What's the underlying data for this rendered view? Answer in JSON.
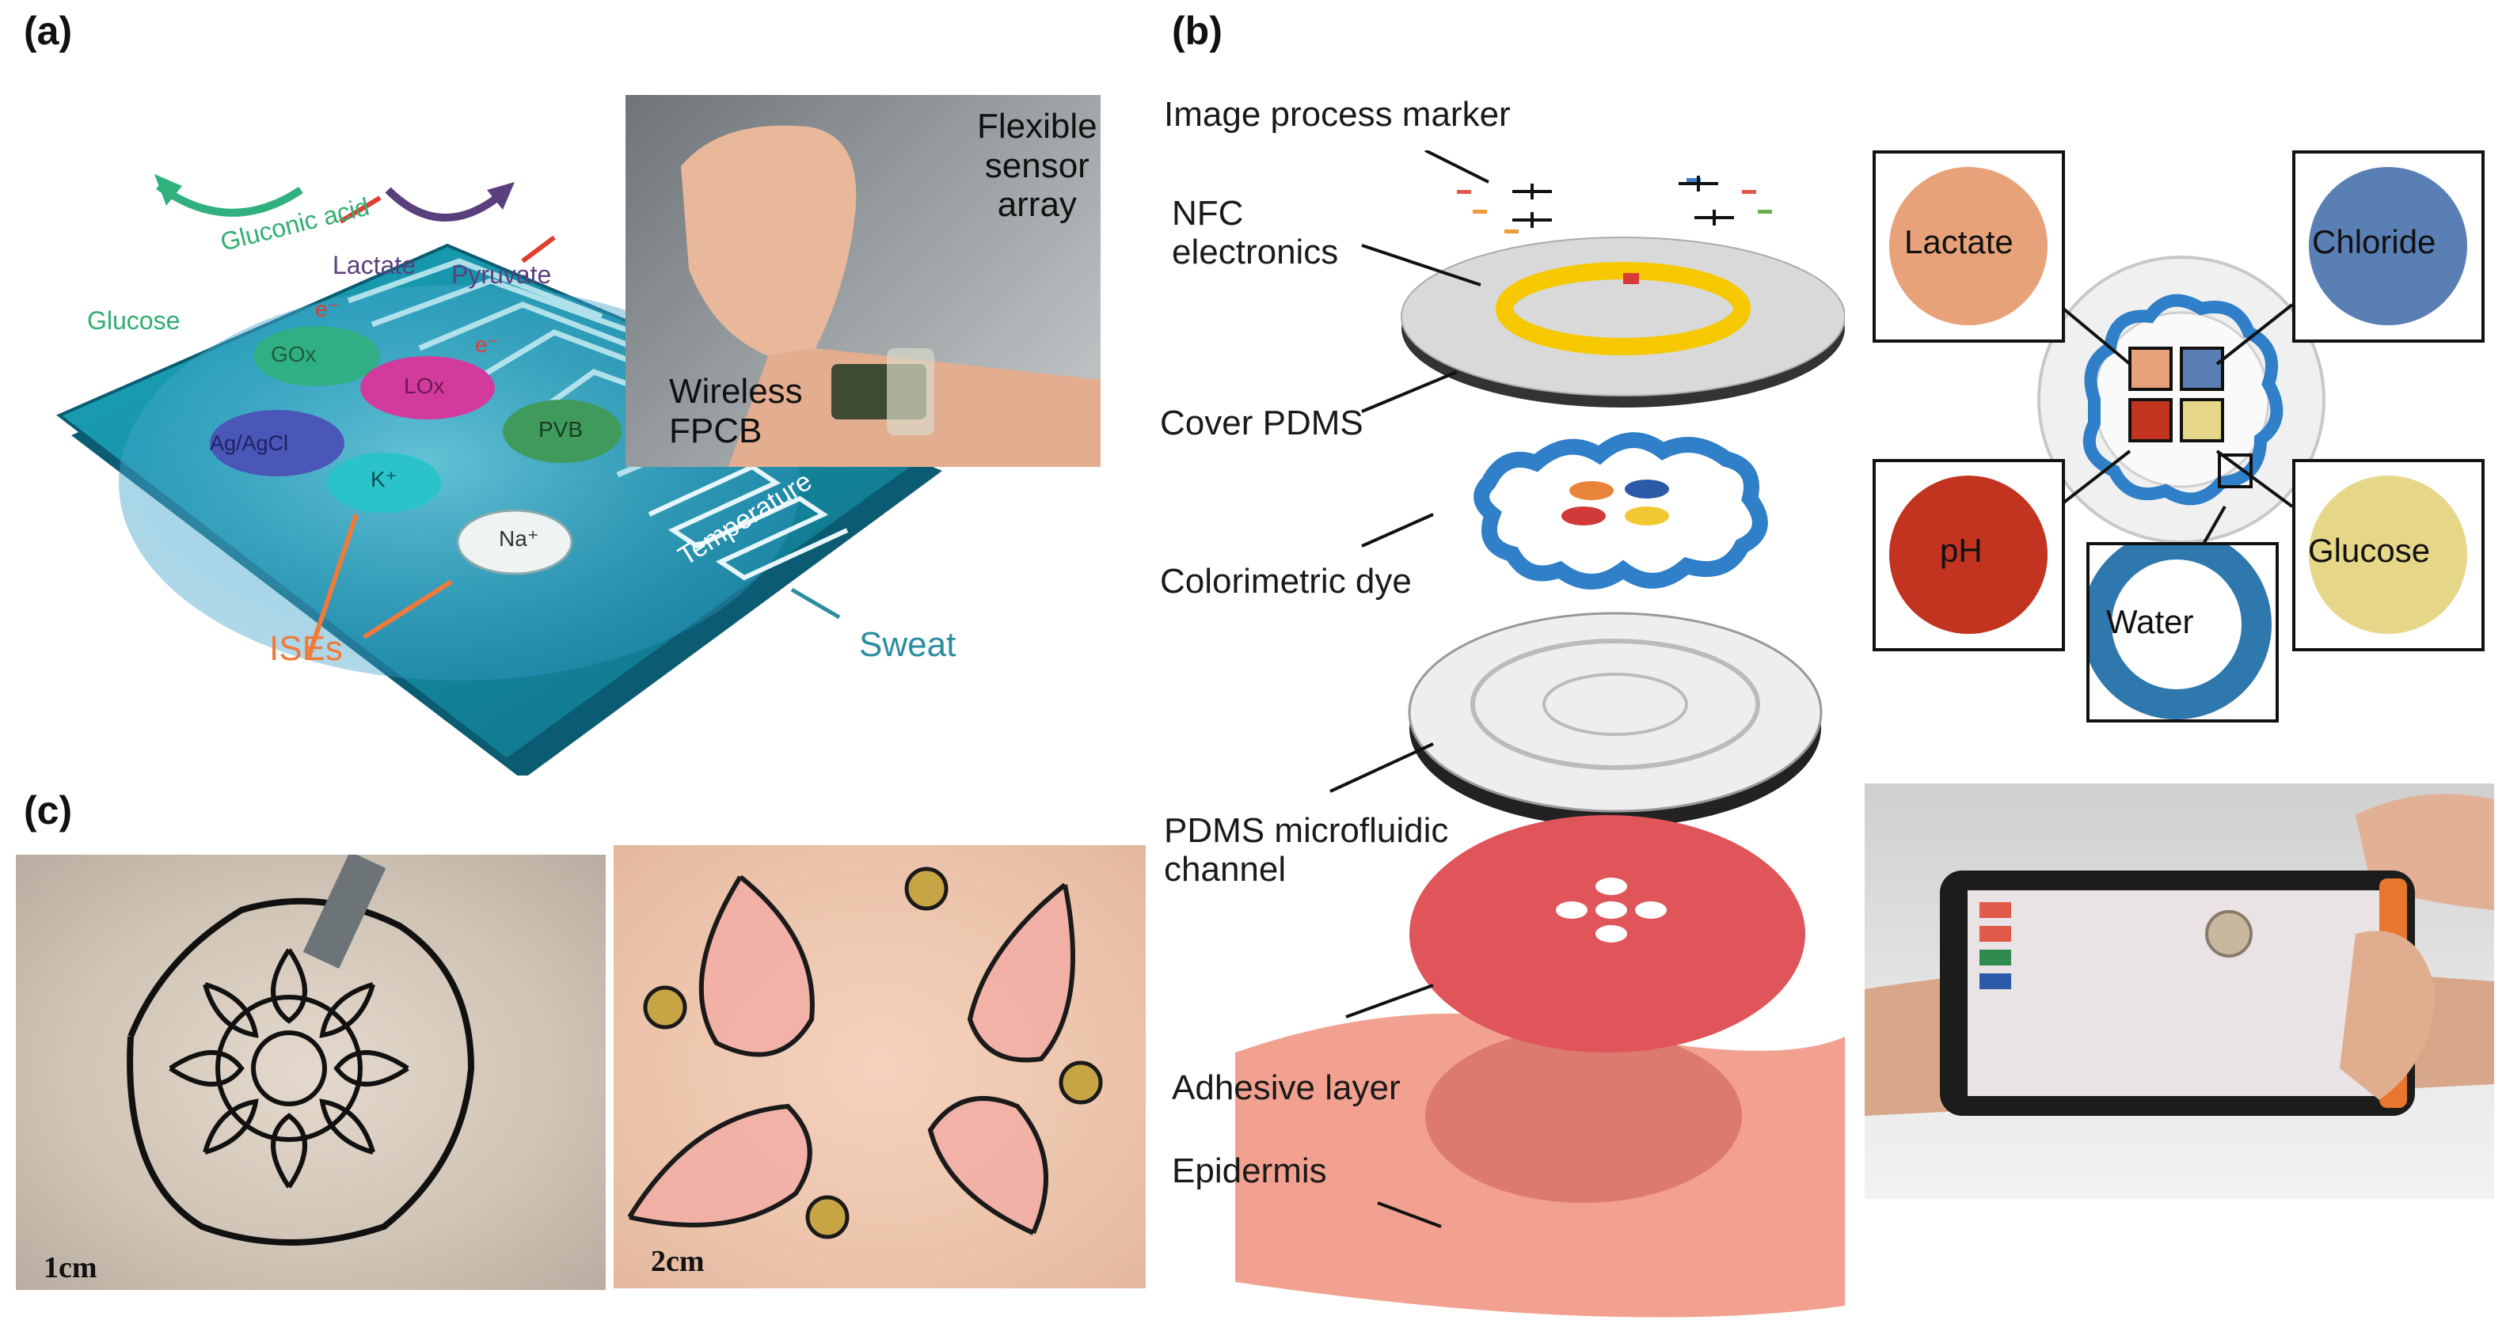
{
  "panels": {
    "a": {
      "label": "(a)",
      "sensor_labels": {
        "glucose": "Glucose",
        "gluconic_acid": "Gluconic acid",
        "lactate": "Lactate",
        "pyruvate": "Pyruvate",
        "electron1": "e⁻",
        "electron2": "e⁻",
        "gox": "GOx",
        "lox": "LOx",
        "ag_agcl": "Ag/AgCl",
        "k": "K⁺",
        "pvb": "PVB",
        "na": "Na⁺",
        "temperature": "Temperature",
        "ises": "ISEs",
        "sweat": "Sweat"
      },
      "inset": {
        "flexible_sensor_array": [
          "Flexible",
          "sensor",
          "array"
        ],
        "wireless_fpcb": [
          "Wireless",
          "FPCB"
        ]
      }
    },
    "b": {
      "label": "(b)",
      "layers": {
        "image_process_marker": "Image process marker",
        "nfc_electronics": [
          "NFC",
          "electronics"
        ],
        "cover_pdms": "Cover PDMS",
        "colorimetric_dye": "Colorimetric dye",
        "pdms_microfluidic_channel": [
          "PDMS microfluidic",
          "channel"
        ],
        "adhesive_layer": "Adhesive layer",
        "epidermis": "Epidermis"
      },
      "readouts": {
        "lactate": "Lactate",
        "chloride": "Chloride",
        "ph": "pH",
        "glucose": "Glucose",
        "water": "Water"
      },
      "colors": {
        "lactate": "#e8a27a",
        "chloride": "#5a7fb5",
        "ph": "#c2341f",
        "glucose": "#e6d788",
        "channel_blue": "#2f7fc9",
        "ring_yellow": "#f5c800",
        "adhesive_red": "#e0555a"
      }
    },
    "c": {
      "label": "(c)",
      "scale_left": "1cm",
      "scale_right": "2cm"
    }
  }
}
